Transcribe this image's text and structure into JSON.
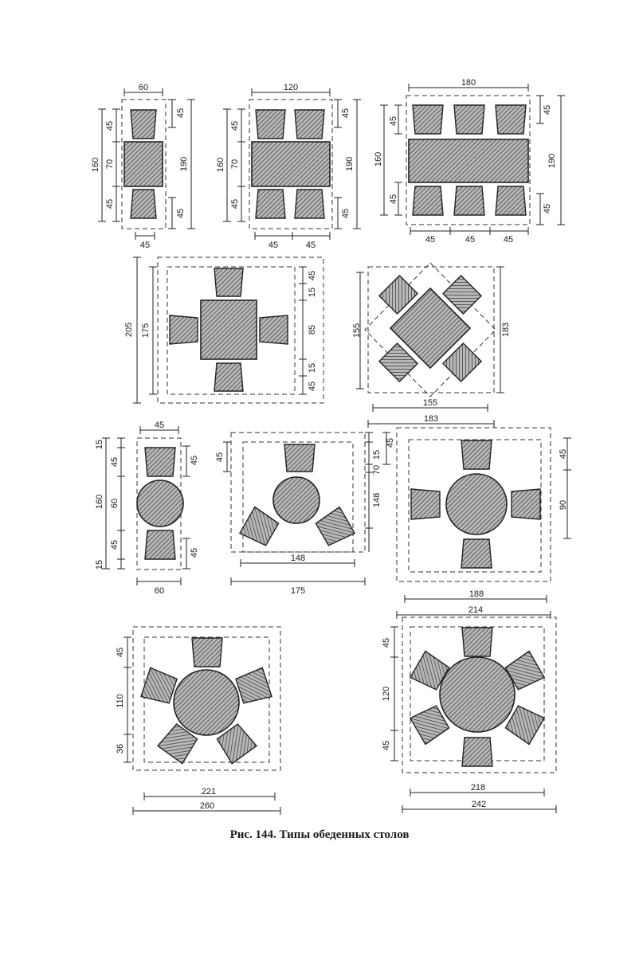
{
  "caption": "Рис. 144. Типы обеденных столов",
  "colors": {
    "ink": "#222222",
    "hatch_bg": "#b8b8b8",
    "paper": "#ffffff"
  },
  "layouts": [
    {
      "id": "rect-2",
      "dims": [
        "60",
        "45",
        "70",
        "45",
        "160",
        "45",
        "45",
        "190",
        "45"
      ]
    },
    {
      "id": "rect-4",
      "dims": [
        "120",
        "45",
        "70",
        "45",
        "160",
        "45",
        "45",
        "190",
        "45",
        "45"
      ]
    },
    {
      "id": "rect-6",
      "dims": [
        "180",
        "45",
        "45",
        "160",
        "190",
        "45",
        "45",
        "45",
        "45",
        "45"
      ]
    },
    {
      "id": "square-4",
      "dims": [
        "205",
        "175",
        "45",
        "15",
        "85",
        "15",
        "45"
      ]
    },
    {
      "id": "diamond-4",
      "dims": [
        "155",
        "183",
        "155",
        "183"
      ]
    },
    {
      "id": "round-2",
      "dims": [
        "45",
        "15",
        "45",
        "45",
        "160",
        "60",
        "45",
        "15",
        "45",
        "60"
      ]
    },
    {
      "id": "round-3",
      "dims": [
        "45",
        "45",
        "15",
        "70",
        "148",
        "175"
      ]
    },
    {
      "id": "round-4",
      "dims": [
        "45",
        "90",
        "188",
        "214"
      ]
    },
    {
      "id": "round-5",
      "dims": [
        "45",
        "110",
        "36",
        "221",
        "260"
      ]
    },
    {
      "id": "round-6",
      "dims": [
        "45",
        "120",
        "45",
        "218",
        "242"
      ]
    }
  ]
}
